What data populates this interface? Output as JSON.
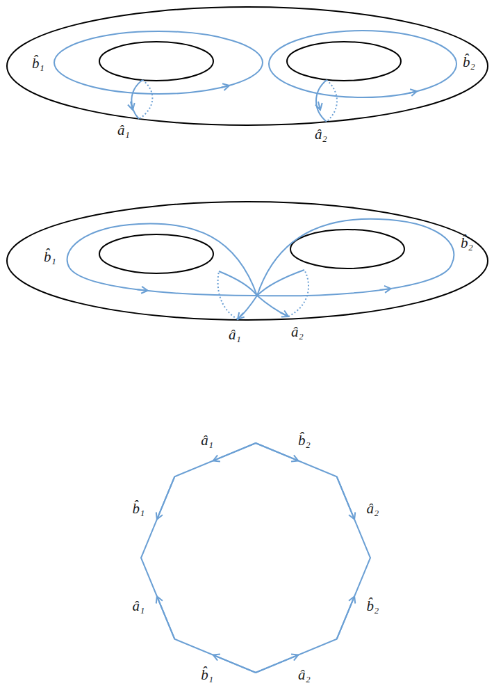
{
  "diagram": {
    "labels": [
      "b̂₁",
      "â₁",
      "â₂",
      "b̂₂",
      "b̂₁",
      "b̂₂",
      "â₁",
      "â₂",
      "â₁",
      "b̂₂",
      "b̂₁",
      "â₂",
      "â₁",
      "b̂₂",
      "b̂₁",
      "â₂"
    ]
  }
}
